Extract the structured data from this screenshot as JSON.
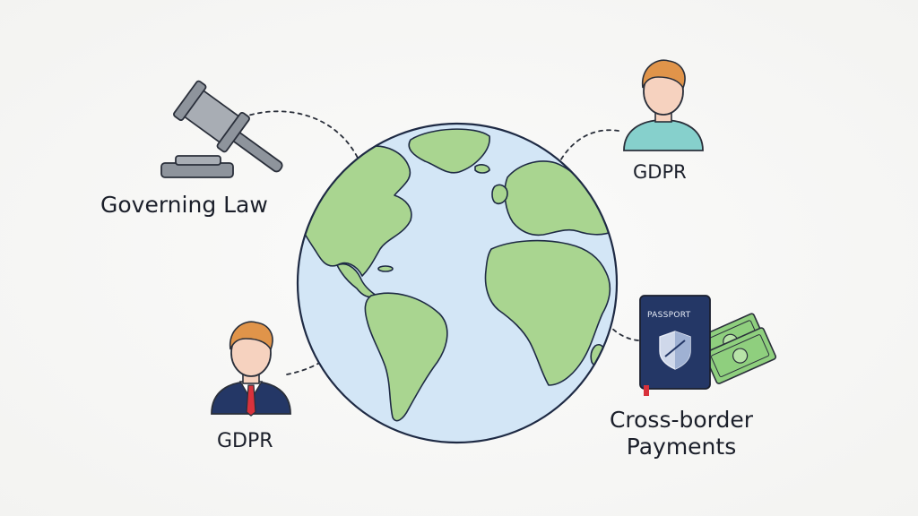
{
  "labels": {
    "governing_law": "Governing Law",
    "gdpr_top": "GDPR",
    "gdpr_bottom": "GDPR",
    "payments_line1": "Cross-border",
    "payments_line2": "Payments",
    "passport": "PASSPORT"
  },
  "icons": {
    "top_left": "gavel-icon",
    "top_right": "person-icon",
    "bottom_left": "businessman-icon",
    "bottom_right": "passport-money-icon",
    "center": "globe-icon"
  },
  "colors": {
    "ocean": "#d3e6f6",
    "land": "#a9d590",
    "outline": "#1e2a44",
    "passport": "#243766",
    "money": "#8fcf7e",
    "skin": "#f6d2bf",
    "hair": "#e0944a"
  }
}
